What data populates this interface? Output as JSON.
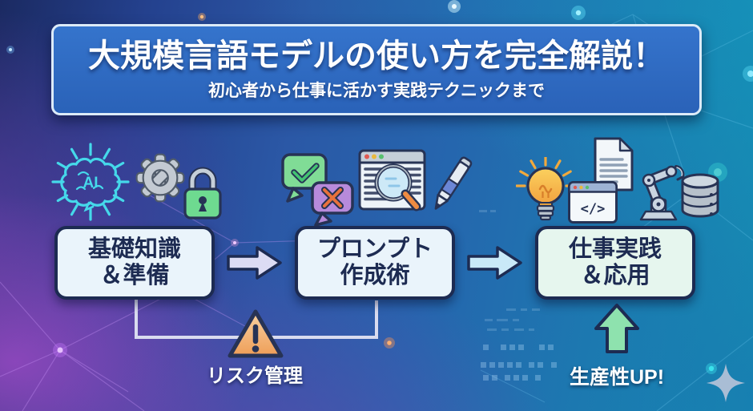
{
  "banner": {
    "title": "大規模言語モデルの使い方を完全解説！",
    "subtitle": "初心者から仕事に活かす実践テクニックまで"
  },
  "flow": {
    "steps": [
      {
        "line1": "基礎知識",
        "line2": "＆準備"
      },
      {
        "line1": "プロンプト",
        "line2": "作成術"
      },
      {
        "line1": "仕事実践",
        "line2": "＆応用"
      }
    ]
  },
  "annotations": {
    "risk": "リスク管理",
    "productivity": "生産性UP!"
  },
  "icon_text": {
    "ai_badge": "AI",
    "code_symbol": "</>"
  },
  "icons": [
    "ai-brain-icon",
    "gear-icon",
    "lock-icon",
    "chat-check-icon",
    "chat-x-icon",
    "search-document-icon",
    "pen-icon",
    "lightbulb-icon",
    "document-icon",
    "code-window-icon",
    "robot-arm-icon",
    "database-icon",
    "warning-icon",
    "right-arrow-icon",
    "up-arrow-icon",
    "sparkle-icon"
  ],
  "colors": {
    "banner_blue": "#2e6cc2",
    "outline_navy": "#1d2b52",
    "box_fill": "#eaf4fb",
    "box_fill_mint": "#e6f6ee",
    "arrow_lavender": "#dcdcf4",
    "arrow_lightblue": "#c9e9f8",
    "mint_green": "#8ee2ae",
    "warning_orange": "#f0a55e",
    "cyan_accent": "#45d9ea"
  }
}
